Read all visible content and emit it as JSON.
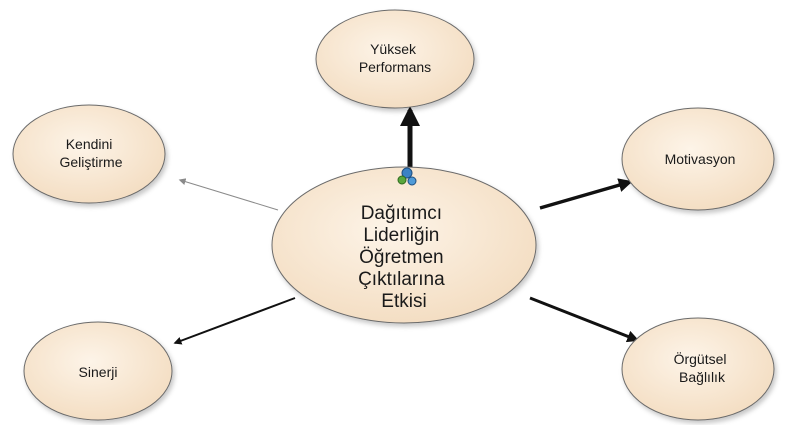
{
  "diagram": {
    "center": {
      "lines": [
        "Dağıtımcı",
        "Liderliğin",
        "Öğretmen",
        "Çıktılarına",
        "Etkisi"
      ]
    },
    "nodes": [
      {
        "id": "yuksek-performans",
        "lines": [
          "Yüksek",
          "Performans"
        ]
      },
      {
        "id": "motivasyon",
        "lines": [
          "Motivasyon"
        ]
      },
      {
        "id": "orgutsel-baglilik",
        "lines": [
          "Örgütsel",
          "Bağlılık"
        ]
      },
      {
        "id": "sinerji",
        "lines": [
          "Sinerji"
        ]
      },
      {
        "id": "kendini-gelistirme",
        "lines": [
          "Kendini",
          "Geliştirme"
        ]
      }
    ],
    "center_icon": "link-circles-icon",
    "colors": {
      "node_fill_inner": "#fdf4e8",
      "node_fill_outer": "#f3dcc0",
      "node_stroke": "#6b6b6b",
      "arrow": "#111111",
      "arrow_light": "#8a8a8a"
    }
  }
}
